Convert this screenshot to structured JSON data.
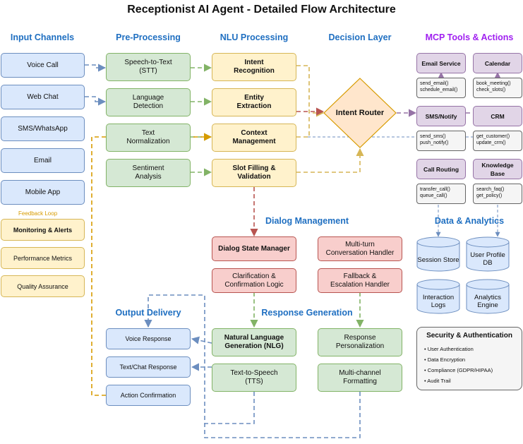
{
  "title": "Receptionist AI Agent - Detailed Flow Architecture",
  "columns": {
    "input_channels": "Input Channels",
    "pre_processing": "Pre-Processing",
    "nlu_processing": "NLU Processing",
    "decision_layer": "Decision Layer",
    "mcp_tools": "MCP Tools & Actions"
  },
  "input_channels": [
    "Voice Call",
    "Web Chat",
    "SMS/WhatsApp",
    "Email",
    "Mobile App"
  ],
  "feedback": {
    "label": "Feedback Loop",
    "items": [
      "Monitoring & Alerts",
      "Performance Metrics",
      "Quality Assurance"
    ]
  },
  "pre_processing": [
    "Speech-to-Text\n(STT)",
    "Language\nDetection",
    "Text\nNormalization",
    "Sentiment\nAnalysis"
  ],
  "nlu_processing": [
    "Intent\nRecognition",
    "Entity\nExtraction",
    "Context\nManagement",
    "Slot Filling &\nValidation"
  ],
  "decision": {
    "router": "Intent Router"
  },
  "mcp_tools": [
    {
      "name": "Email Service",
      "methods": [
        "send_email()",
        "schedule_email()"
      ]
    },
    {
      "name": "Calendar",
      "methods": [
        "book_meeting()",
        "check_slots()"
      ]
    },
    {
      "name": "SMS/Notify",
      "methods": [
        "send_sms()",
        "push_notify()"
      ]
    },
    {
      "name": "CRM",
      "methods": [
        "get_customer()",
        "update_crm()"
      ]
    },
    {
      "name": "Call Routing",
      "methods": [
        "transfer_call()",
        "queue_call()"
      ]
    },
    {
      "name": "Knowledge\nBase",
      "methods": [
        "search_faq()",
        "get_policy()"
      ]
    }
  ],
  "data_analytics": {
    "title": "Data & Analytics",
    "stores": [
      "Session Store",
      "User Profile\nDB",
      "Interaction\nLogs",
      "Analytics\nEngine"
    ]
  },
  "dialog_management": {
    "title": "Dialog Management",
    "items": [
      "Dialog State Manager",
      "Multi-turn\nConversation Handler",
      "Clarification &\nConfirmation Logic",
      "Fallback &\nEscalation Handler"
    ]
  },
  "response_generation": {
    "title": "Response Generation",
    "items": [
      "Natural Language\nGeneration (NLG)",
      "Response\nPersonalization",
      "Text-to-Speech\n(TTS)",
      "Multi-channel\nFormatting"
    ]
  },
  "output_delivery": {
    "title": "Output Delivery",
    "items": [
      "Voice Response",
      "Text/Chat Response",
      "Action Confirmation"
    ]
  },
  "security": {
    "title": "Security & Authentication",
    "items": [
      "• User Authentication",
      "• Data Encryption",
      "• Compliance (GDPR/HIPAA)",
      "• Audit Trail"
    ]
  },
  "colors": {
    "header_blue": "#1f6fc1",
    "header_purple": "#a020f0",
    "feedback_orange": "#d79b00",
    "arrow_blue": "#6c8ebf",
    "arrow_green": "#82b366",
    "arrow_yellow": "#d6b656",
    "arrow_red": "#b85450",
    "arrow_purple": "#9673a6"
  }
}
